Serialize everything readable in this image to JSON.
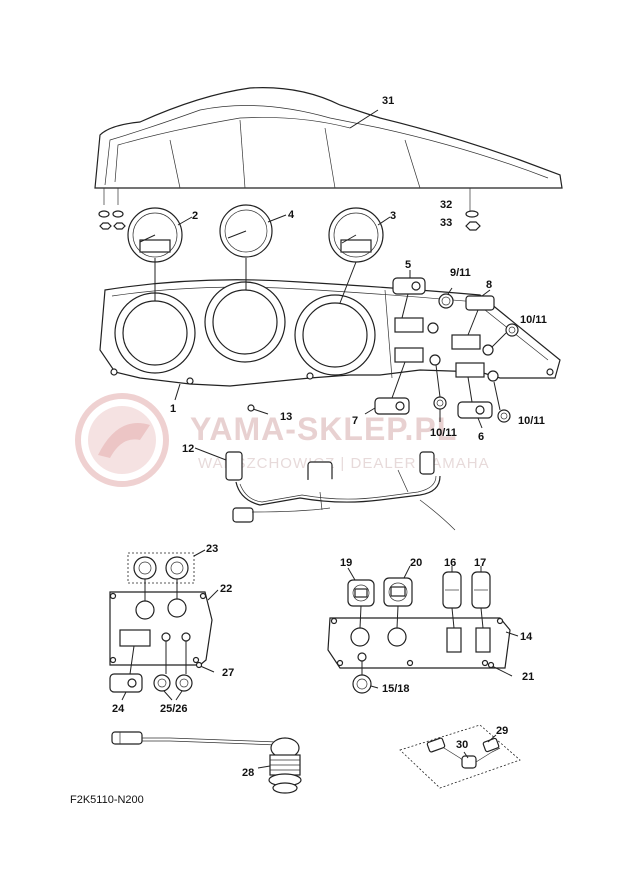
{
  "diagram": {
    "code": "F2K5110-N200",
    "watermark": {
      "brand": "YAMA-SKLEP.PL",
      "tagline": "WARSZCHOWICZ | DEALER YAMAHA"
    },
    "callouts": {
      "c31": "31",
      "c2": "2",
      "c4": "4",
      "c3": "3",
      "c32": "32",
      "c33": "33",
      "c5": "5",
      "c9_11": "9/11",
      "c8": "8",
      "c10_11a": "10/11",
      "c1": "1",
      "c13": "13",
      "c7": "7",
      "c10_11b": "10/11",
      "c6": "6",
      "c10_11c": "10/11",
      "c12": "12",
      "c23": "23",
      "c22": "22",
      "c27": "27",
      "c24": "24",
      "c25_26": "25/26",
      "c19": "19",
      "c20": "20",
      "c16": "16",
      "c17": "17",
      "c14": "14",
      "c21": "21",
      "c15_18": "15/18",
      "c28": "28",
      "c29": "29",
      "c30": "30"
    }
  }
}
